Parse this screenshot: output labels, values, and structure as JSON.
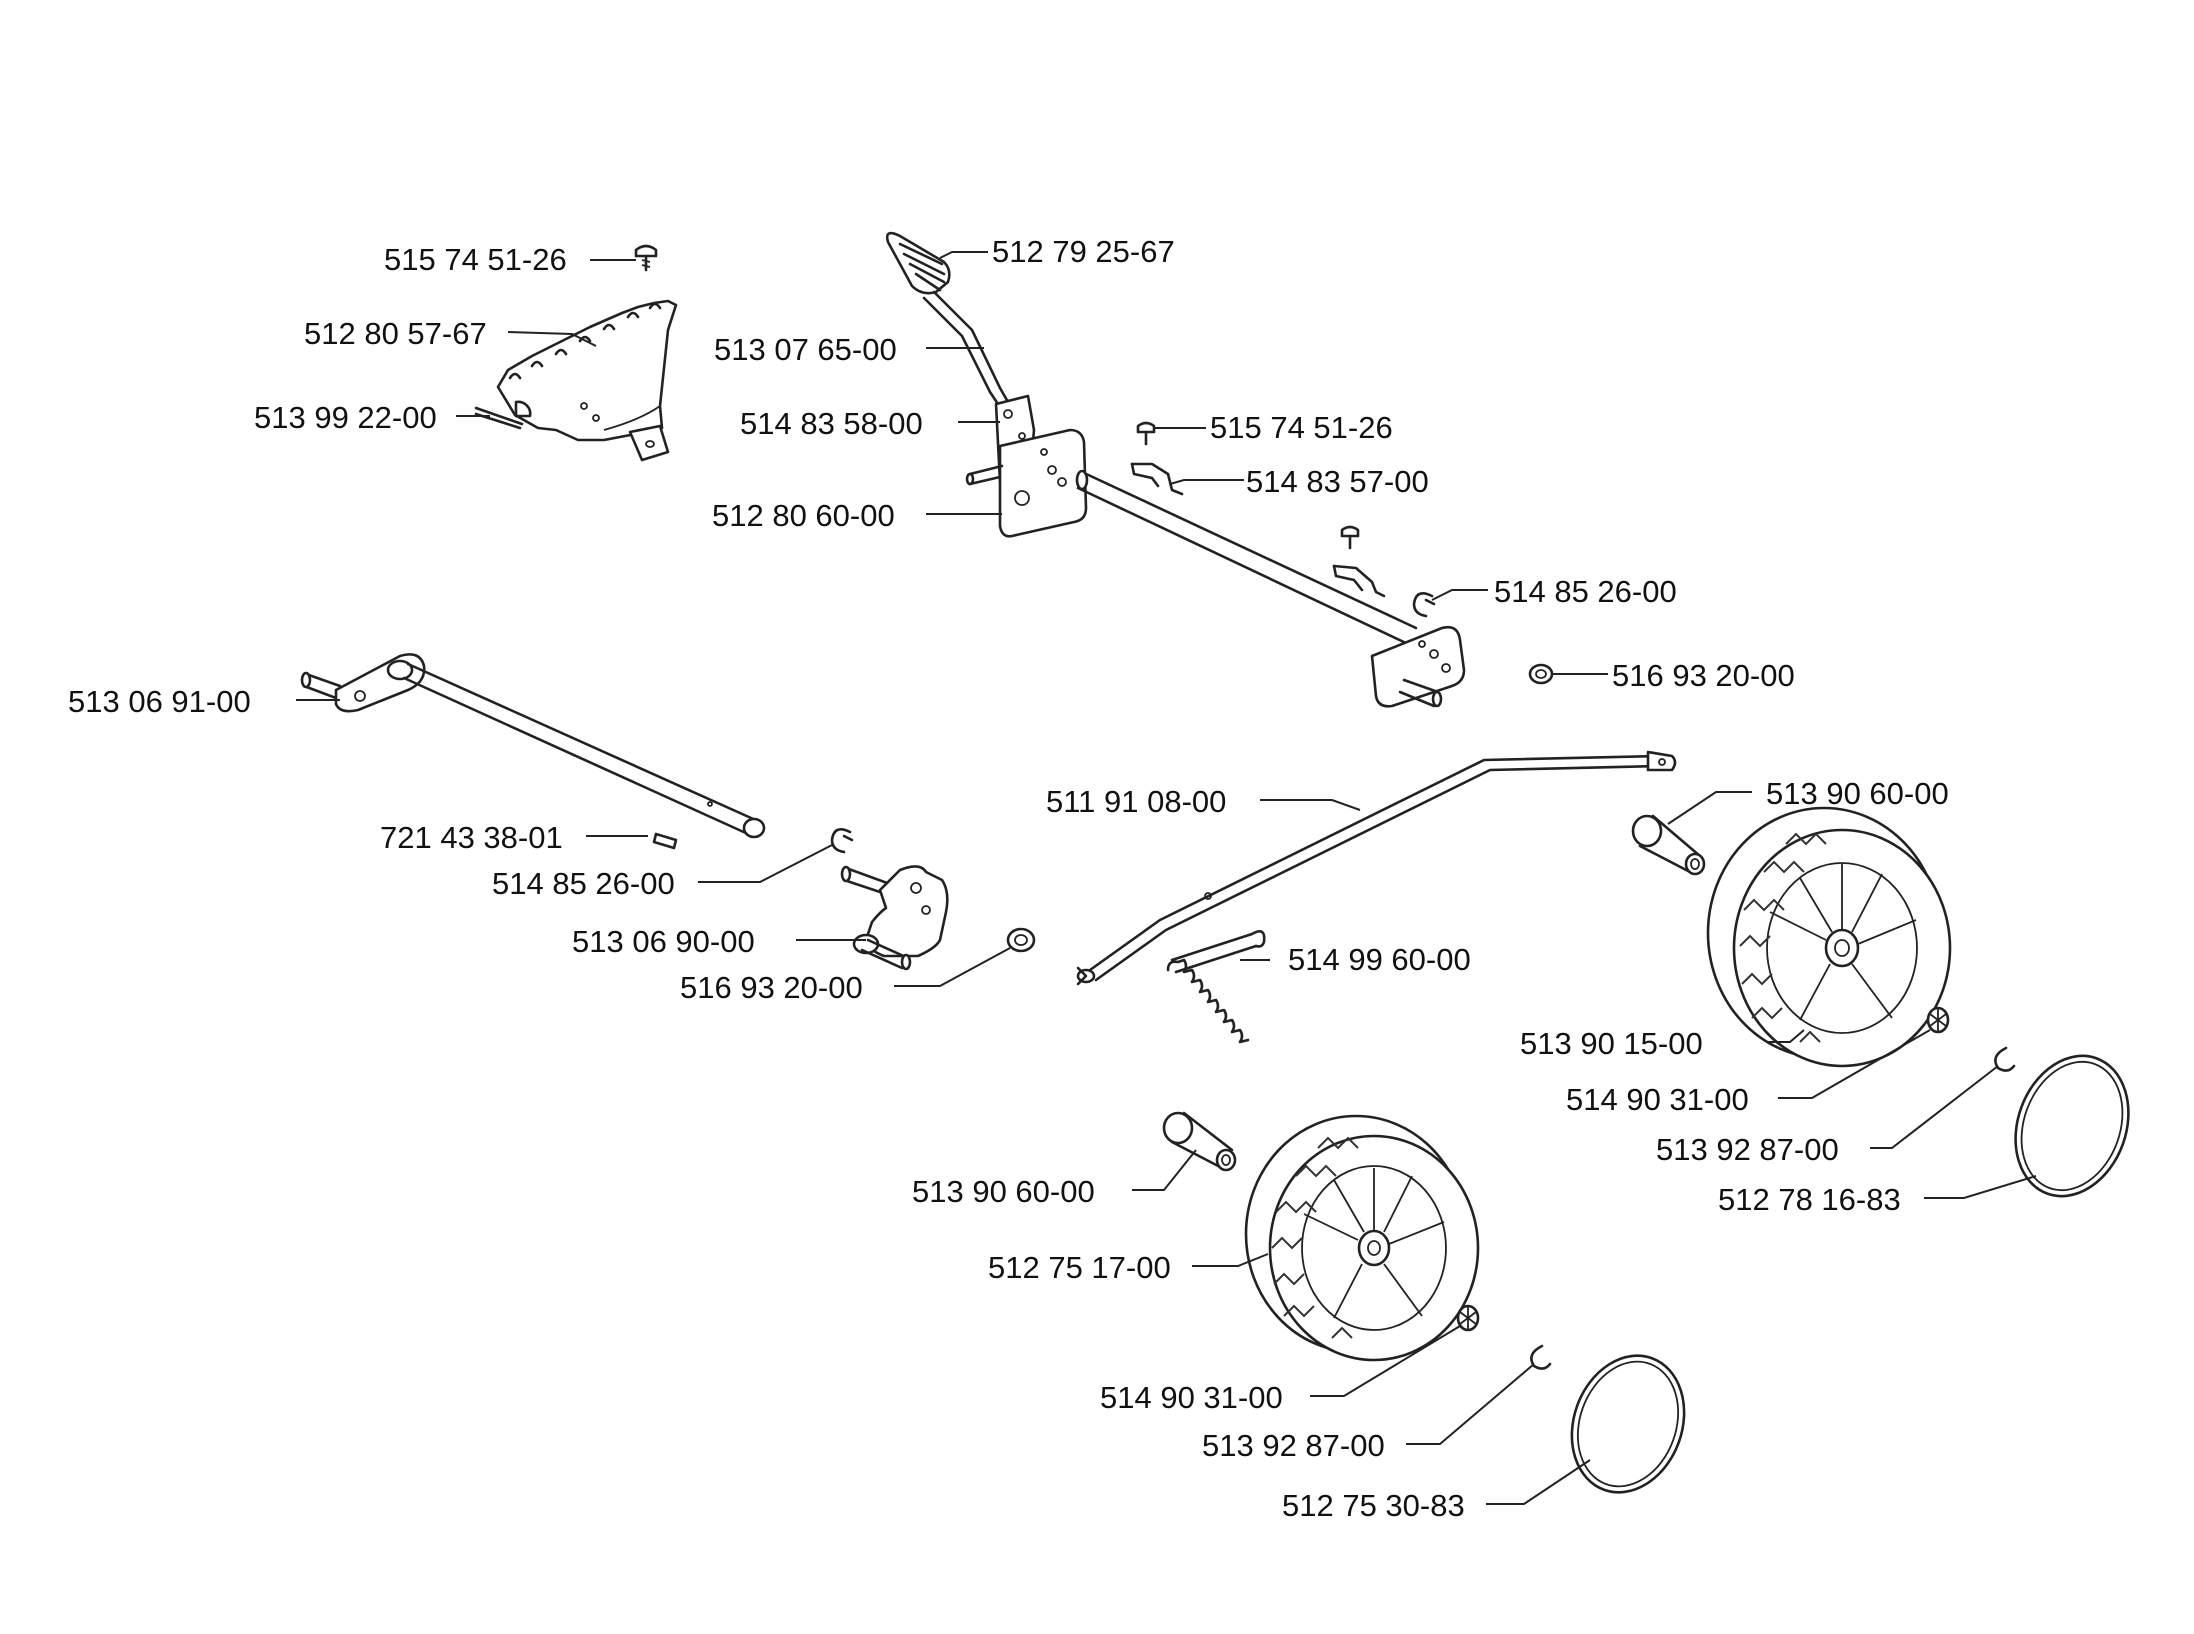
{
  "parts": [
    {
      "id": "p01",
      "number": "515 74 51-26"
    },
    {
      "id": "p02",
      "number": "512 80 57-67"
    },
    {
      "id": "p03",
      "number": "513 99 22-00"
    },
    {
      "id": "p04",
      "number": "512 79 25-67"
    },
    {
      "id": "p05",
      "number": "513 07 65-00"
    },
    {
      "id": "p06",
      "number": "514 83 58-00"
    },
    {
      "id": "p07",
      "number": "515 74 51-26"
    },
    {
      "id": "p08",
      "number": "514 83 57-00"
    },
    {
      "id": "p09",
      "number": "512 80 60-00"
    },
    {
      "id": "p10",
      "number": "514 85 26-00"
    },
    {
      "id": "p11",
      "number": "516 93 20-00"
    },
    {
      "id": "p12",
      "number": "513 06 91-00"
    },
    {
      "id": "p13",
      "number": "511 91 08-00"
    },
    {
      "id": "p14",
      "number": "513 90 60-00"
    },
    {
      "id": "p15",
      "number": "721 43 38-01"
    },
    {
      "id": "p16",
      "number": "514 85 26-00"
    },
    {
      "id": "p17",
      "number": "513 06 90-00"
    },
    {
      "id": "p18",
      "number": "516 93 20-00"
    },
    {
      "id": "p19",
      "number": "514 99 60-00"
    },
    {
      "id": "p20",
      "number": "513 90 15-00"
    },
    {
      "id": "p21",
      "number": "514 90 31-00"
    },
    {
      "id": "p22",
      "number": "513 92 87-00"
    },
    {
      "id": "p23",
      "number": "512 78 16-83"
    },
    {
      "id": "p24",
      "number": "513 90 60-00"
    },
    {
      "id": "p25",
      "number": "512 75 17-00"
    },
    {
      "id": "p26",
      "number": "514 90 31-00"
    },
    {
      "id": "p27",
      "number": "513 92 87-00"
    },
    {
      "id": "p28",
      "number": "512 75 30-83"
    }
  ]
}
